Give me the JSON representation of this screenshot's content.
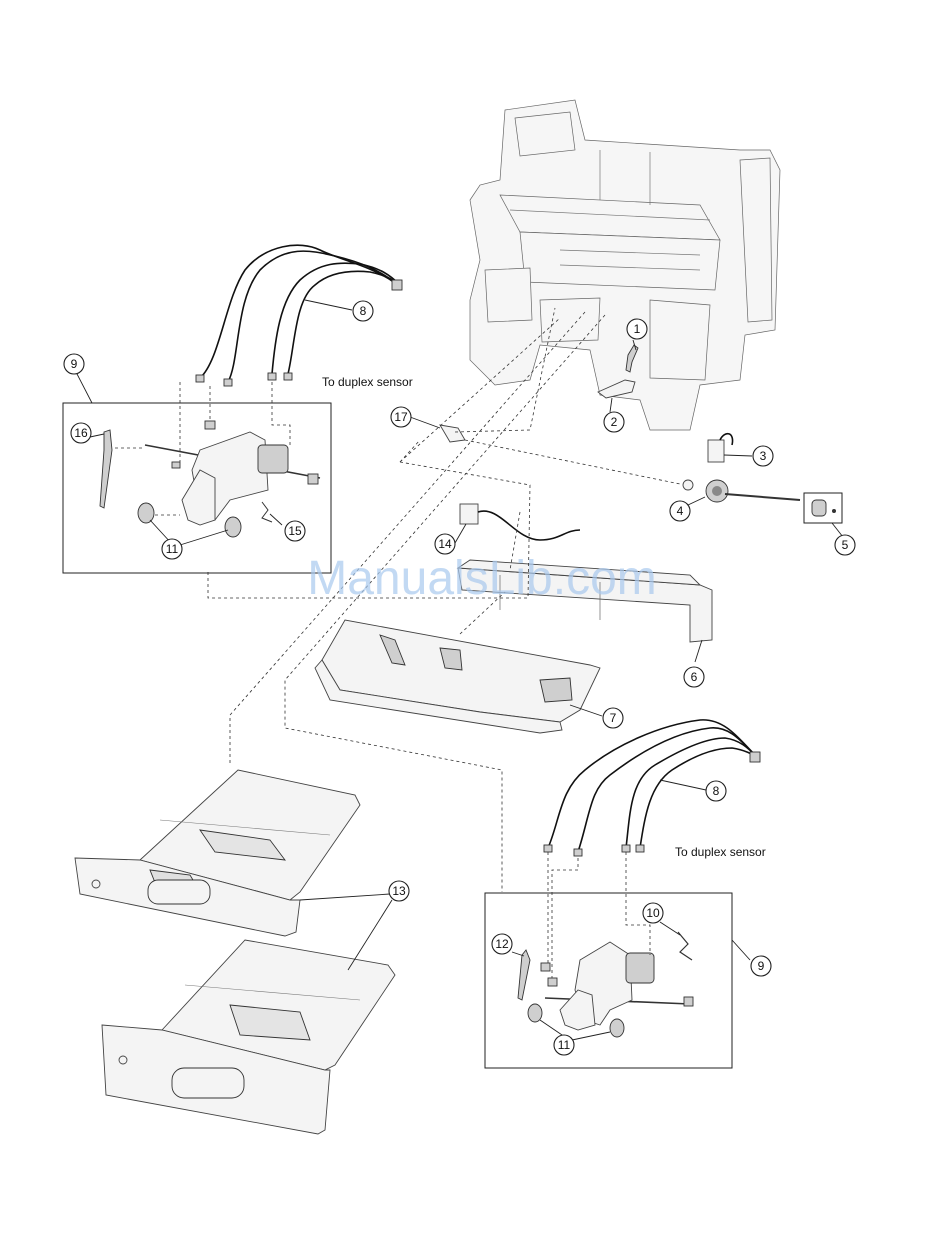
{
  "watermark": "ManualsLib.com",
  "annotations": {
    "duplex_top": "To duplex sensor",
    "duplex_bottom": "To duplex sensor"
  },
  "callouts": {
    "c1": "1",
    "c2": "2",
    "c3": "3",
    "c4": "4",
    "c5": "5",
    "c6": "6",
    "c7": "7",
    "c8_top": "8",
    "c8_bottom": "8",
    "c9_top": "9",
    "c9_bottom": "9",
    "c10": "10",
    "c11_top": "11",
    "c11_bottom": "11",
    "c12": "12",
    "c13": "13",
    "c14": "14",
    "c15": "15",
    "c16": "16",
    "c17": "17"
  }
}
